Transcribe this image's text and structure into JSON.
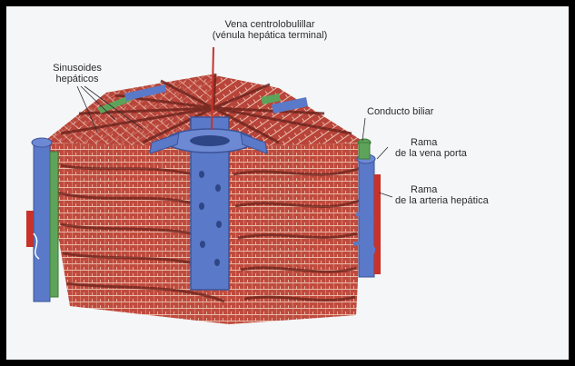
{
  "labels": {
    "central_vein_line1": "Vena centrolobulillar",
    "central_vein_line2": "(vénula hepática terminal)",
    "sinusoids_line1": "Sinusoides",
    "sinusoids_line2": "hepáticos",
    "bile_duct": "Conducto biliar",
    "portal_vein_line1": "Rama",
    "portal_vein_line2": "de la vena porta",
    "hepatic_artery_line1": "Rama",
    "hepatic_artery_line2": "de la arteria hepática"
  },
  "colors": {
    "background": "#f4f6f7",
    "hepatocyte_red": "#b9463a",
    "sinusoid_dark": "#7a2a22",
    "vein_blue": "#5a79c8",
    "bile_green": "#5ea35a",
    "artery_red": "#c8322a",
    "border": "#000000"
  }
}
